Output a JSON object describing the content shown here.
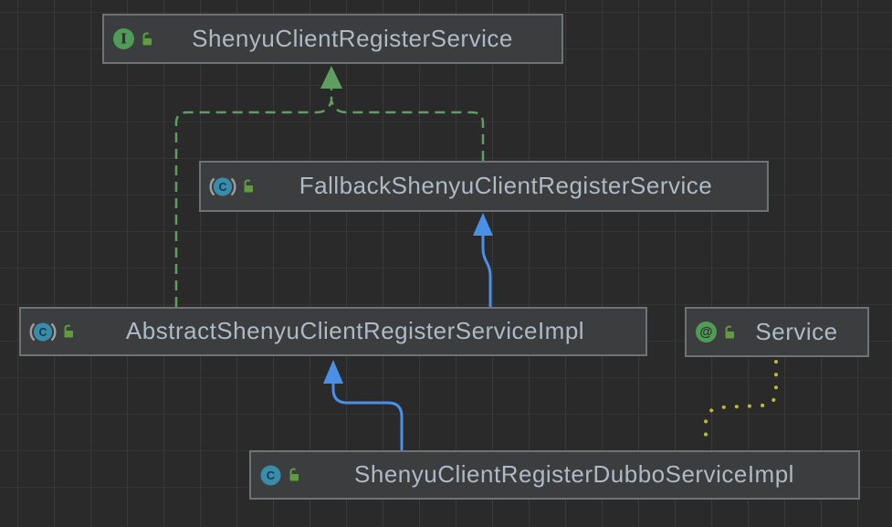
{
  "diagram": {
    "kind": "uml-class-diagram",
    "theme": "darcula",
    "colors": {
      "background": "#2a2a2a",
      "grid_line_vertical": "#3a3a3a",
      "grid_line_horizontal": "#343434",
      "node_fill": "#3b3d3e",
      "node_border": "#6e7375",
      "node_text": "#aebac6",
      "interface_icon_green": "#4e9c55",
      "class_icon_teal": "#3a8cab",
      "lock_icon_green": "#5f9d3f"
    },
    "nodes": [
      {
        "label": "ShenyuClientRegisterService",
        "kind": "interface",
        "icon": "interface-icon",
        "modifier_icon": "unlocked-icon"
      },
      {
        "label": "FallbackShenyuClientRegisterService",
        "kind": "abstract-class",
        "icon": "abstract-class-icon",
        "modifier_icon": "unlocked-icon"
      },
      {
        "label": "AbstractShenyuClientRegisterServiceImpl",
        "kind": "abstract-class",
        "icon": "abstract-class-icon",
        "modifier_icon": "unlocked-icon"
      },
      {
        "label": "Service",
        "kind": "annotation",
        "icon": "annotation-icon",
        "modifier_icon": "unlocked-icon"
      },
      {
        "label": "ShenyuClientRegisterDubboServiceImpl",
        "kind": "class",
        "icon": "class-icon",
        "modifier_icon": "unlocked-icon"
      }
    ],
    "edges": [
      {
        "relation": "implements",
        "style": "dashed",
        "color": "#5f9e60",
        "from": "AbstractShenyuClientRegisterServiceImpl and FallbackShenyuClientRegisterService",
        "to": "ShenyuClientRegisterService"
      },
      {
        "relation": "extends",
        "style": "solid",
        "color": "#4a8fe8",
        "from": "AbstractShenyuClientRegisterServiceImpl",
        "to": "FallbackShenyuClientRegisterService"
      },
      {
        "relation": "extends",
        "style": "solid",
        "color": "#4a8fe8",
        "from": "ShenyuClientRegisterDubboServiceImpl",
        "to": "AbstractShenyuClientRegisterServiceImpl"
      },
      {
        "relation": "annotated-with",
        "style": "dotted",
        "color": "#c0ba2e",
        "from": "ShenyuClientRegisterDubboServiceImpl",
        "to": "Service"
      }
    ]
  }
}
